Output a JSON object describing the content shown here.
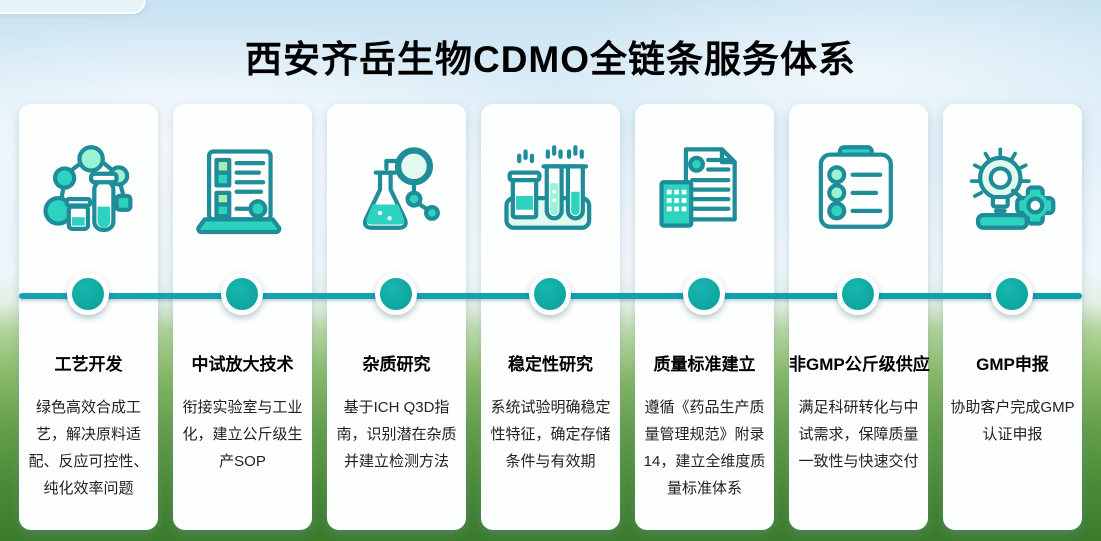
{
  "page": {
    "title": "西安齐岳生物CDMO全链条服务体系"
  },
  "theme": {
    "accent_teal": "#0da9a2",
    "timeline_line_color": "#13a0b0",
    "icon_stroke": "#1f8d99",
    "icon_fill_bright": "#2ed3c0",
    "icon_fill_light": "#9bf2d4",
    "card_background": "#fdfefe",
    "sky_color": "#cde5f3",
    "grass_color": "#4a8a36"
  },
  "timeline": {
    "node_count": 7
  },
  "cards": [
    {
      "icon": "molecule-testtube-icon",
      "title": "工艺开发",
      "description": "绿色高效合成工艺，解决原料适配、反应可控性、纯化效率问题"
    },
    {
      "icon": "scaleup-board-icon",
      "title": "中试放大技术",
      "description": "衔接实验室与工业化，建立公斤级生产SOP"
    },
    {
      "icon": "flask-magnifier-icon",
      "title": "杂质研究",
      "description": "基于ICH Q3D指南，识别潜在杂质并建立检测方法"
    },
    {
      "icon": "testtube-rack-icon",
      "title": "稳定性研究",
      "description": "系统试验明确稳定性特征，确定存储条件与有效期"
    },
    {
      "icon": "document-building-icon",
      "title": "质量标准建立",
      "description": "遵循《药品生产质量管理规范》附录14，建立全维度质量标准体系"
    },
    {
      "icon": "clipboard-checklist-icon",
      "title": "非GMP公斤级供应",
      "description": "满足科研转化与中试需求，保障质量一致性与快速交付"
    },
    {
      "icon": "bulb-gear-icon",
      "title": "GMP申报",
      "description": "协助客户完成GMP认证申报"
    }
  ]
}
